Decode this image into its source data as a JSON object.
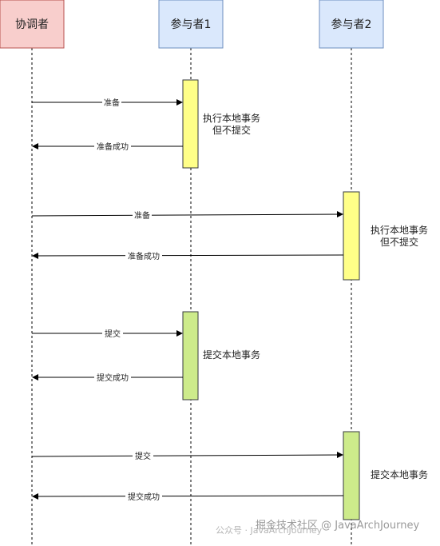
{
  "participants": {
    "coordinator": {
      "label": "协调者",
      "fill": "#f8cecc",
      "stroke": "#b85450"
    },
    "p1": {
      "label": "参与者1",
      "fill": "#dae8fc",
      "stroke": "#6c8ebf"
    },
    "p2": {
      "label": "参与者2",
      "fill": "#dae8fc",
      "stroke": "#6c8ebf"
    }
  },
  "colors": {
    "prepare_bar": "#ffff88",
    "commit_bar": "#cdeb8b",
    "line": "#000000"
  },
  "messages": {
    "m1": "准备",
    "m2": "准备成功",
    "m3": "准备",
    "m4": "准备成功",
    "m5": "提交",
    "m6": "提交成功",
    "m7": "提交",
    "m8": "提交成功"
  },
  "notes": {
    "n1": [
      "执行本地事务",
      "但不提交"
    ],
    "n2": [
      "执行本地事务",
      "但不提交"
    ],
    "n3": "提交本地事务",
    "n4": "提交本地事务"
  },
  "watermark": {
    "main": "掘金技术社区 @ JavaArchJourney",
    "sub": "公众号 · JavaArchJourney"
  }
}
